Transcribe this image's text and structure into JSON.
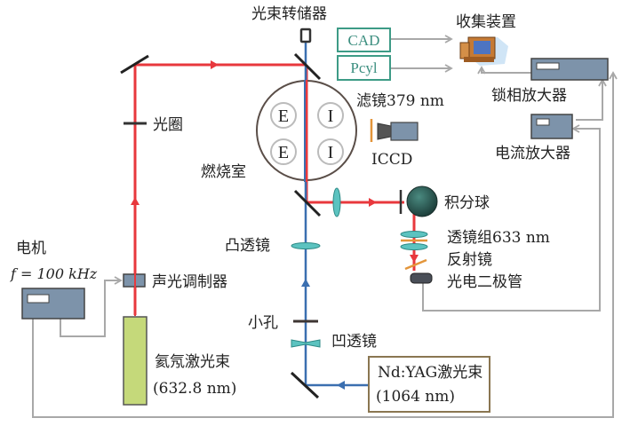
{
  "diagram": {
    "title": "燃烧室光学测量实验装置",
    "labels": {
      "beam_dump": "光束转储器",
      "collector": "收集装置",
      "cad": "CAD",
      "pcyl": "Pcyl",
      "filter": "滤镜379 nm",
      "iccd": "ICCD",
      "lockin_amp": "锁相放大器",
      "current_amp": "电流放大器",
      "aperture": "光圈",
      "chamber": "燃烧室",
      "integrating_sphere": "积分球",
      "lens_group": "透镜组633 nm",
      "reflector": "反射镜",
      "photodiode": "光电二极管",
      "convex_lens": "凸透镜",
      "motor": "电机",
      "motor_freq": "f = 100 kHz",
      "ao_modulator": "声光调制器",
      "pinhole": "小孔",
      "concave_lens": "凹透镜",
      "hene_laser_line1": "氦氖激光束",
      "hene_laser_line2": "(632.8 nm)",
      "ndyag_line1": "Nd:YAG激光束",
      "ndyag_line2": "(1064 nm)"
    },
    "chamber_zones": [
      "E",
      "E",
      "I",
      "I"
    ],
    "colors": {
      "red_beam": "#e8383d",
      "blue_beam": "#3b6fb0",
      "wire": "#a8a8a8",
      "instrument": "#7d93aa",
      "lens": "#5cc3c0",
      "filter": "#e3953a",
      "hene_laser": "#c5d97a",
      "box_border": "#8a7651",
      "signal_box": "#3d9b86"
    }
  }
}
